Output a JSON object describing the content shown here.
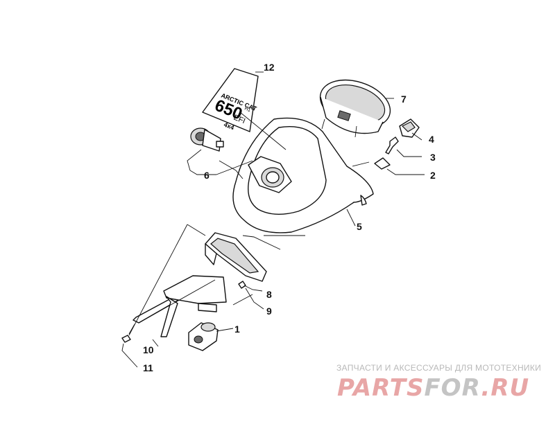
{
  "diagram": {
    "callouts": [
      "1",
      "2",
      "3",
      "4",
      "5",
      "6",
      "7",
      "8",
      "9",
      "10",
      "11",
      "12"
    ]
  },
  "decal": {
    "brand": "ARCTIC CAT",
    "model": "650",
    "suffix": "H1",
    "efi": "EFI",
    "drive": "4x4"
  },
  "watermark": {
    "caption": "ЗАПЧАСТИ И АКСЕССУАРЫ ДЛЯ МОТОТЕХНИКИ",
    "logo_part1": "PARTS",
    "logo_part2": "FOR",
    "logo_part3": ".RU",
    "color_red": "#e8a6a6",
    "color_grey": "#c4c4c4"
  }
}
